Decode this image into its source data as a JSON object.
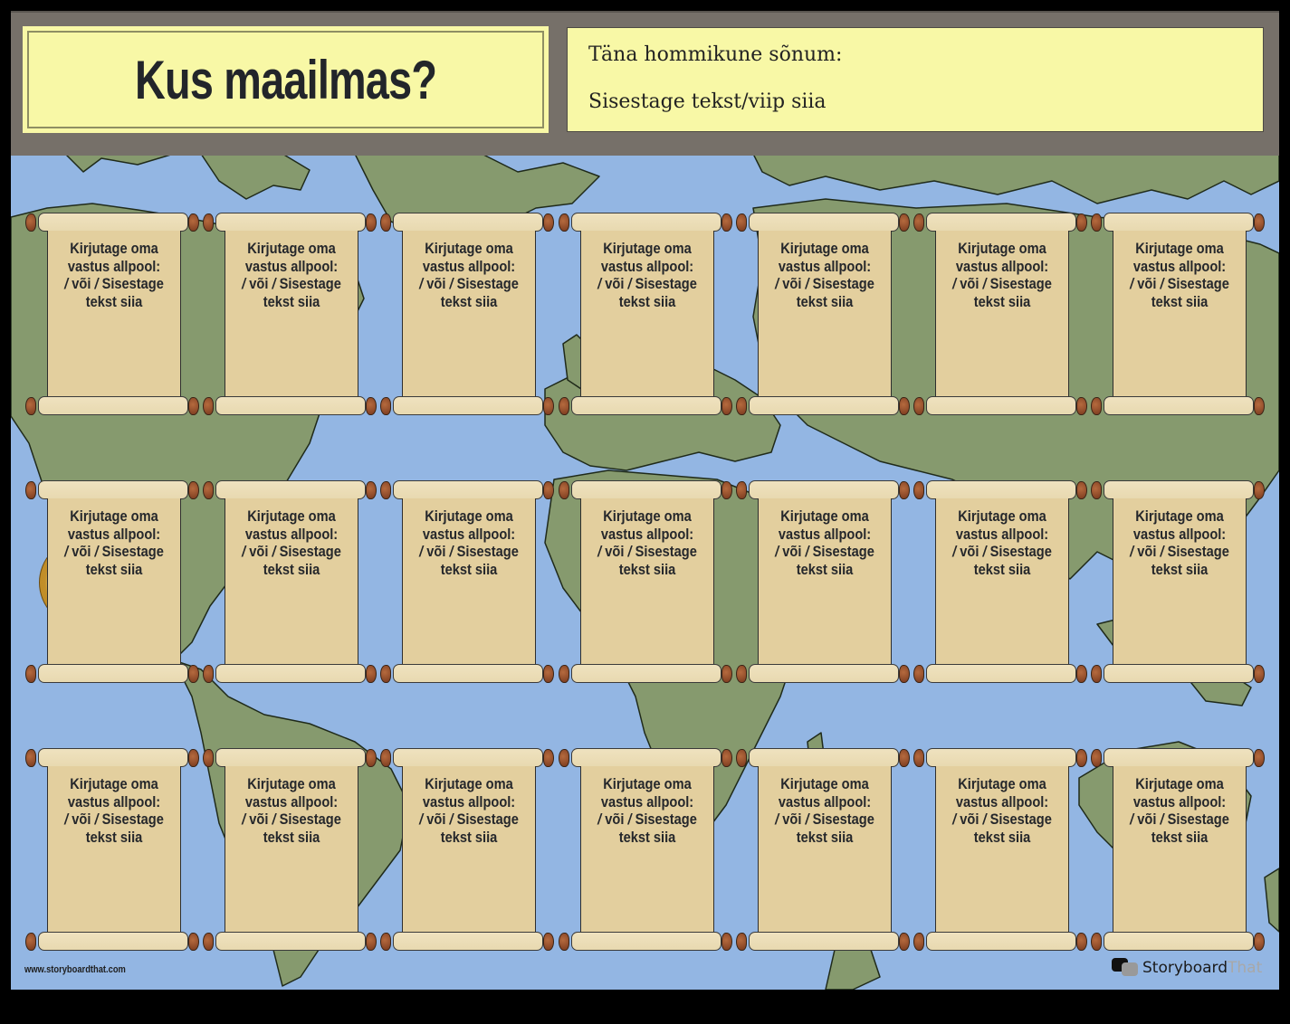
{
  "header": {
    "title": "Kus maailmas?",
    "message_label": "Täna hommikune sõnum:",
    "message_placeholder": "Sisestage tekst/viip siia"
  },
  "scroll_prompt": {
    "line1": "Kirjutage oma",
    "line2": "vastus allpool:",
    "line3_slash1": "/",
    "line3_mid": " või ",
    "line3_slash2": "/",
    "line3_end": " Sisestage",
    "line4": "tekst siia"
  },
  "grid": {
    "rows": 3,
    "columns": 7,
    "scroll_count": 21
  },
  "footer": {
    "url": "www.storyboardthat.com",
    "brand_story": "Storyboard",
    "brand_that": "That"
  },
  "colors": {
    "ocean": "#93b6e3",
    "land": "#869a6e",
    "header_band": "#767069",
    "header_box": "#f8f8a6",
    "parchment": "#e3cf9e",
    "roller": "#ecdfb8",
    "knob": "#9a5230"
  },
  "icons": {
    "compass": "compass-rose-icon",
    "logo": "storyboardthat-speech-bubbles-icon"
  }
}
